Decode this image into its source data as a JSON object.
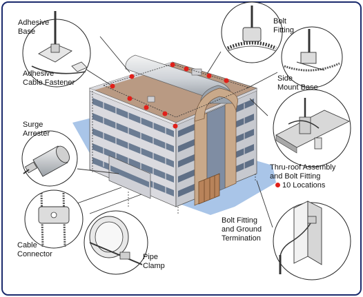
{
  "labels": {
    "adhesive_base": [
      "Adhesive",
      "Base"
    ],
    "adhesive_cable_fastener": [
      "Adhesive",
      "Cable Fastener"
    ],
    "bolt_fitting": [
      "Bolt",
      "Fitting"
    ],
    "side_mount_base": [
      "Side",
      "Mount Base"
    ],
    "surge_arrester": [
      "Surge",
      "Arrester"
    ],
    "thru_roof": [
      "Thru-roof Assembly",
      "and Bolt Fitting"
    ],
    "legend_text": "10 Locations",
    "bolt_fitting_ground": [
      "Bolt Fitting",
      "and Ground",
      "Termination"
    ],
    "cable_connector": [
      "Cable",
      "Connector"
    ],
    "pipe_clamp": [
      "Pipe",
      "Clamp"
    ]
  },
  "colors": {
    "marker": "#e0201a",
    "shadow": "#a9c5e8",
    "facade": "#d8d8dc",
    "roof": "#b99a83",
    "glass": "#6b7c93",
    "frame": "#1a2a6c"
  }
}
